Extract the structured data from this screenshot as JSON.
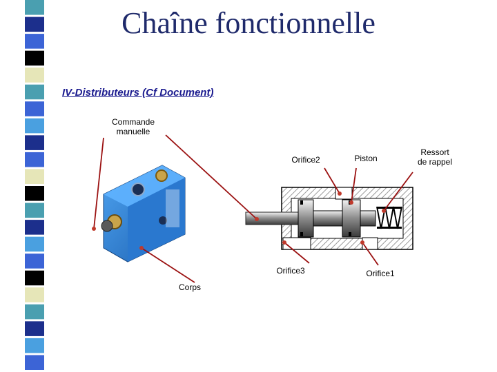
{
  "slide": {
    "title": "Chaîne fonctionnelle",
    "subtitle": "IV-Distributeurs (Cf Document)"
  },
  "labels": {
    "commande_line1": "Commande",
    "commande_line2": "manuelle",
    "orifice2": "Orifice2",
    "piston": "Piston",
    "ressort_line1": "Ressort",
    "ressort_line2": "de rappel",
    "orifice3": "Orifice3",
    "orifice1": "Orifice1",
    "corps": "Corps"
  },
  "colors": {
    "title": "#1f2a6b",
    "subtitle": "#1b1b8f",
    "leader": "#9b1111",
    "valve_body": "#2b7fd8",
    "hatch": "#999999"
  },
  "stripe_colors": [
    "#4a9fb0",
    "#1c2f8c",
    "#3c64d6",
    "#000000",
    "#e6e6b8",
    "#4a9fb0",
    "#3c64d6",
    "#4aa0e0",
    "#1c2f8c",
    "#3c64d6",
    "#e6e6b8",
    "#000000",
    "#4a9fb0",
    "#1c2f8c",
    "#4aa0e0",
    "#3c64d6",
    "#000000",
    "#e6e6b8",
    "#4a9fb0",
    "#1c2f8c",
    "#4aa0e0",
    "#3c64d6"
  ]
}
